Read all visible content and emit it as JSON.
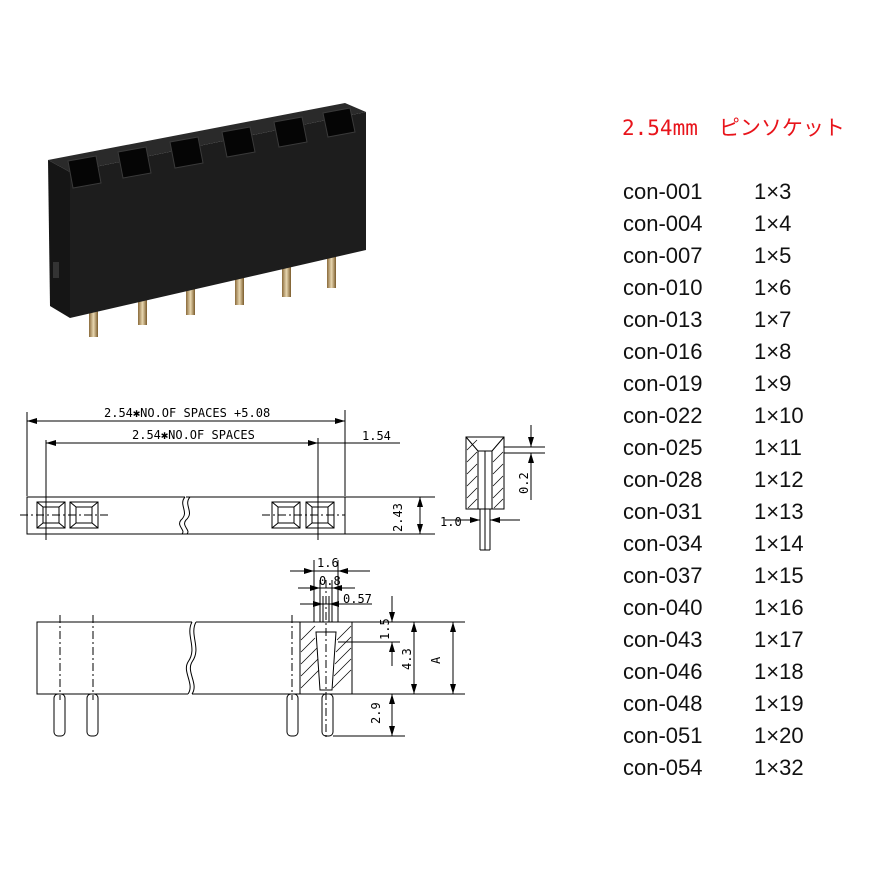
{
  "title": "2.54mm　ピンソケット",
  "parts": [
    {
      "code": "con-001",
      "size": "1×3"
    },
    {
      "code": "con-004",
      "size": "1×4"
    },
    {
      "code": "con-007",
      "size": "1×5"
    },
    {
      "code": "con-010",
      "size": "1×6"
    },
    {
      "code": "con-013",
      "size": "1×7"
    },
    {
      "code": "con-016",
      "size": "1×8"
    },
    {
      "code": "con-019",
      "size": "1×9"
    },
    {
      "code": "con-022",
      "size": "1×10"
    },
    {
      "code": "con-025",
      "size": "1×11"
    },
    {
      "code": "con-028",
      "size": "1×12"
    },
    {
      "code": "con-031",
      "size": "1×13"
    },
    {
      "code": "con-034",
      "size": "1×14"
    },
    {
      "code": "con-037",
      "size": "1×15"
    },
    {
      "code": "con-040",
      "size": "1×16"
    },
    {
      "code": "con-043",
      "size": "1×17"
    },
    {
      "code": "con-046",
      "size": "1×18"
    },
    {
      "code": "con-048",
      "size": "1×19"
    },
    {
      "code": "con-051",
      "size": "1×20"
    },
    {
      "code": "con-054",
      "size": "1×32"
    }
  ],
  "dimensions": {
    "overall_length": "2.54✱NO.OF SPACES  +5.08",
    "pitch_length": "2.54✱NO.OF SPACES",
    "end_offset": "1.54",
    "width": "2.43",
    "pin_offset": "1.0",
    "wall": "0.2",
    "pitch_outer": "1.6",
    "pitch_inner": "0.8",
    "contact": "0.57",
    "upper": "1.5",
    "body_height": "4.3",
    "height_a": "A",
    "pin_length": "2.9"
  },
  "colors": {
    "title": "#e8141b",
    "text": "#111111"
  }
}
